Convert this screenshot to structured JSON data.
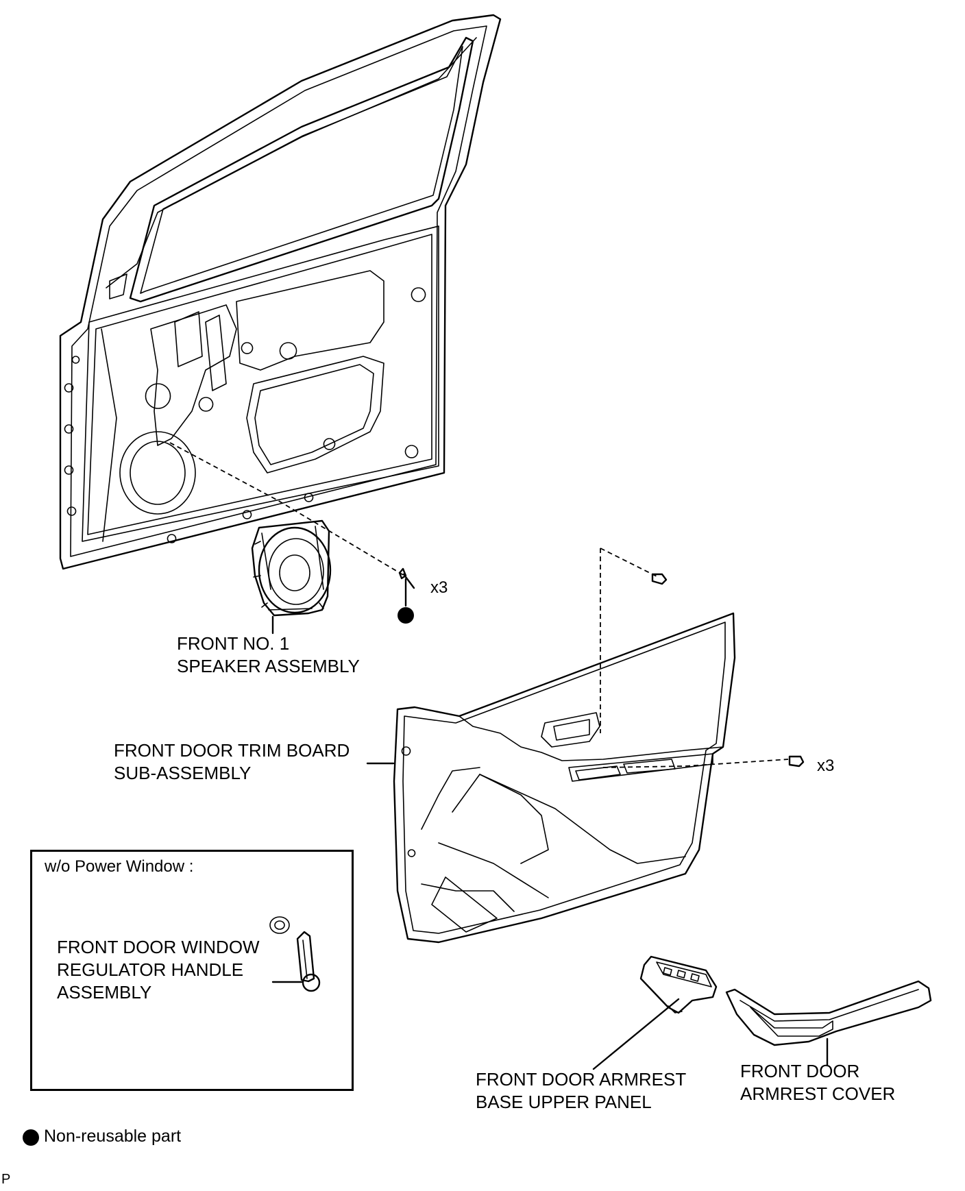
{
  "labels": {
    "speaker_line1": "FRONT NO. 1",
    "speaker_line2": "SPEAKER ASSEMBLY",
    "trim_line1": "FRONT DOOR TRIM BOARD",
    "trim_line2": "SUB-ASSEMBLY",
    "armrest_panel_line1": "FRONT DOOR ARMREST",
    "armrest_panel_line2": "BASE UPPER PANEL",
    "armrest_cover_line1": "FRONT DOOR",
    "armrest_cover_line2": "ARMREST COVER"
  },
  "quantities": {
    "speaker_screws": "x3",
    "trim_screws": "x3"
  },
  "inset": {
    "title": "w/o Power  Window :",
    "handle_line1": "FRONT DOOR WINDOW",
    "handle_line2": "REGULATOR HANDLE",
    "handle_line3": "ASSEMBLY"
  },
  "legend": {
    "non_reusable": "Non-reusable part"
  },
  "corner_mark": "P"
}
